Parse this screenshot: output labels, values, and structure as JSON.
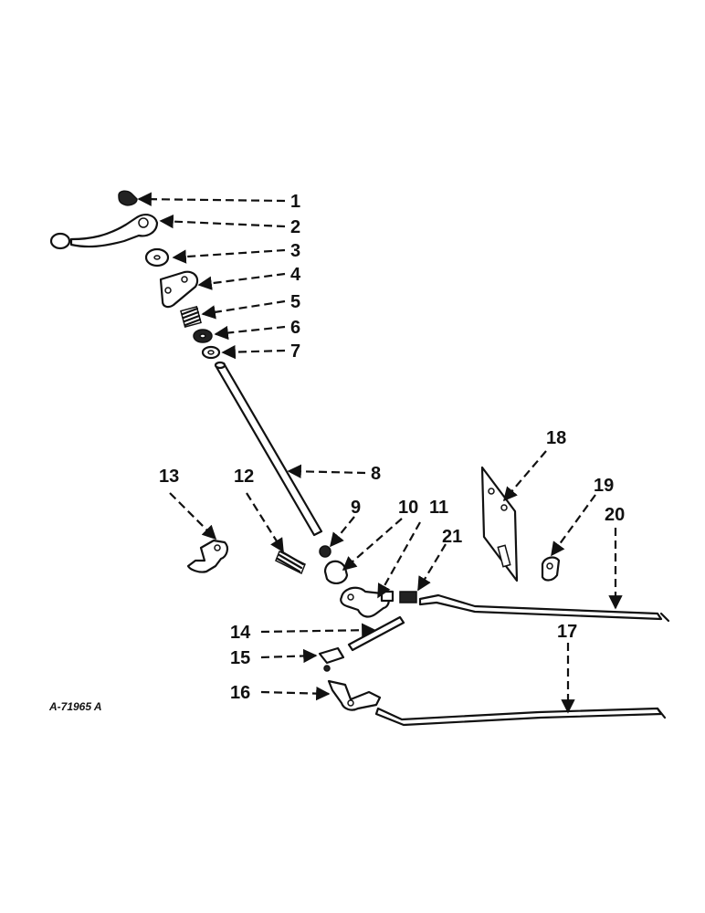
{
  "figure_code": "A-71965 A",
  "callouts": [
    {
      "id": "c1",
      "label": "1"
    },
    {
      "id": "c2",
      "label": "2"
    },
    {
      "id": "c3",
      "label": "3"
    },
    {
      "id": "c4",
      "label": "4"
    },
    {
      "id": "c5",
      "label": "5"
    },
    {
      "id": "c6",
      "label": "6"
    },
    {
      "id": "c7",
      "label": "7"
    },
    {
      "id": "c8",
      "label": "8"
    },
    {
      "id": "c9",
      "label": "9"
    },
    {
      "id": "c10",
      "label": "10"
    },
    {
      "id": "c11",
      "label": "11"
    },
    {
      "id": "c12",
      "label": "12"
    },
    {
      "id": "c13",
      "label": "13"
    },
    {
      "id": "c14",
      "label": "14"
    },
    {
      "id": "c15",
      "label": "15"
    },
    {
      "id": "c16",
      "label": "16"
    },
    {
      "id": "c17",
      "label": "17"
    },
    {
      "id": "c18",
      "label": "18"
    },
    {
      "id": "c19",
      "label": "19"
    },
    {
      "id": "c20",
      "label": "20"
    },
    {
      "id": "c21",
      "label": "21"
    }
  ]
}
